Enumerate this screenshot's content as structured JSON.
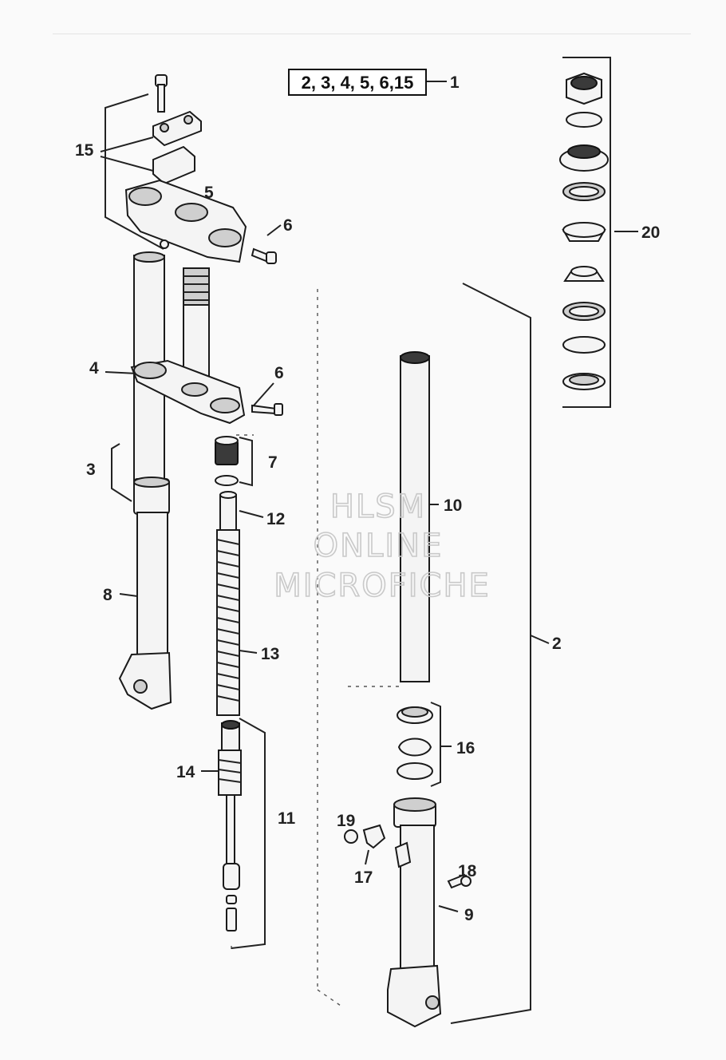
{
  "diagram": {
    "kit_label": "2, 3, 4, 5, 6,15",
    "kit_ref": "1",
    "callouts": {
      "c2": "2",
      "c3": "3",
      "c4": "4",
      "c5": "5",
      "c6a": "6",
      "c6b": "6",
      "c7": "7",
      "c8": "8",
      "c9": "9",
      "c10": "10",
      "c11": "11",
      "c12": "12",
      "c13": "13",
      "c14": "14",
      "c15": "15",
      "c16": "16",
      "c17": "17",
      "c18": "18",
      "c19": "19",
      "c20": "20"
    },
    "watermark": {
      "line1": "HLSM",
      "line2": "ONLINE",
      "line3": "MICROFICHE"
    }
  }
}
